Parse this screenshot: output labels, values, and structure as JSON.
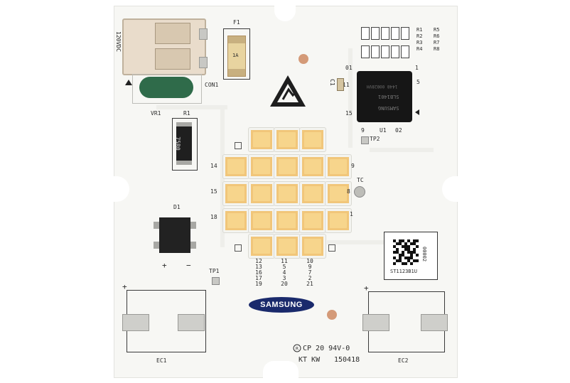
{
  "board": {
    "connector_label": "CON1",
    "voltage_label": "120VDC",
    "fuse_label": "F1",
    "fuse_marking": "1A",
    "varistor_label": "VR1",
    "resistor_label": "R1",
    "resistor_marking": "75R0",
    "diode_label": "D1",
    "plus_sign": "+",
    "minus_sign": "−",
    "tp1_label": "TP1",
    "tp2_label": "TP2",
    "tc_label": "TC",
    "ic_label": "U1",
    "ic_marking_line1": "SAMSUNG",
    "ic_marking_line2": "SLB1401",
    "ic_marking_line3": "1448 00828VH",
    "ic_pin_labels": [
      "1",
      "5",
      "9",
      "15",
      "11",
      "01",
      "02"
    ],
    "cap_label": "C1",
    "resistor_bank_labels": [
      "R1",
      "R2",
      "R3",
      "R4",
      "R5",
      "R6",
      "R7",
      "R8"
    ],
    "ec1_label": "EC1",
    "ec2_label": "EC2",
    "brand": "SAMSUNG",
    "material_label": "CP 20 94V-0",
    "cert_label": "KT KW",
    "date_code": "150418",
    "qr_id": "ST1123B1U",
    "qr_side_text": "00002",
    "led_row_labels_left": [
      "14",
      "15",
      "18"
    ],
    "led_row_labels_right": [
      "9",
      "8",
      "1"
    ],
    "led_column_numbers": [
      [
        "12",
        "13",
        "16",
        "17",
        "19"
      ],
      [
        "11",
        "5",
        "4",
        "3",
        "20"
      ],
      [
        "10",
        "9",
        "7",
        "2",
        "21"
      ]
    ]
  },
  "colors": {
    "pcb": "#f7f7f4",
    "led": "#f1c67a",
    "varistor": "#2f6b4a",
    "copper": "#d49a78"
  }
}
